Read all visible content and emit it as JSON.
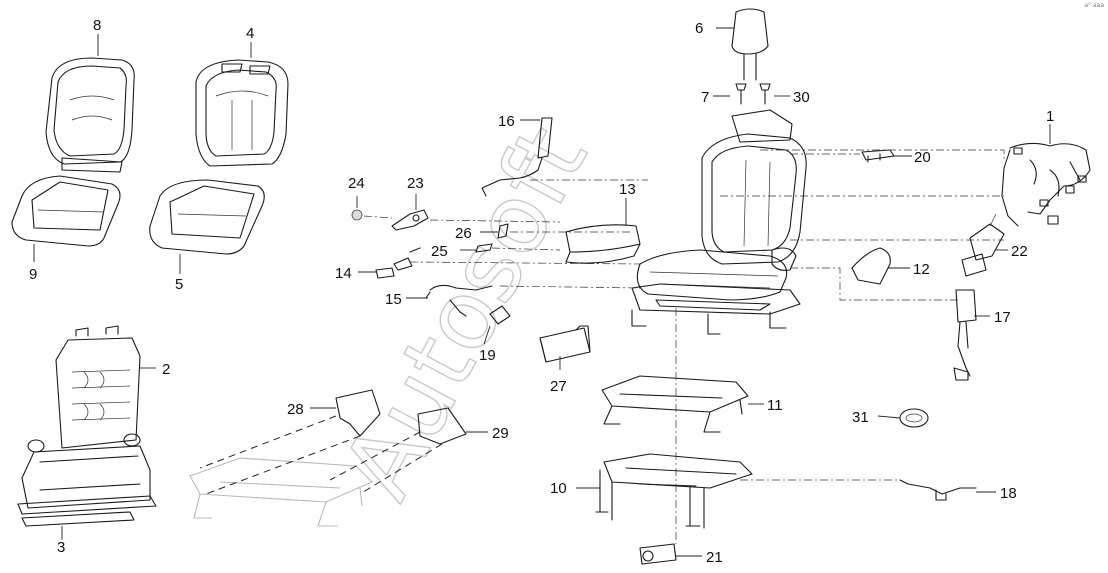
{
  "callouts": [
    {
      "id": "callout-1",
      "label": "1"
    },
    {
      "id": "callout-2",
      "label": "2"
    },
    {
      "id": "callout-3",
      "label": "3"
    },
    {
      "id": "callout-4",
      "label": "4"
    },
    {
      "id": "callout-5",
      "label": "5"
    },
    {
      "id": "callout-6",
      "label": "6"
    },
    {
      "id": "callout-7",
      "label": "7"
    },
    {
      "id": "callout-8",
      "label": "8"
    },
    {
      "id": "callout-9",
      "label": "9"
    },
    {
      "id": "callout-10",
      "label": "10"
    },
    {
      "id": "callout-11",
      "label": "11"
    },
    {
      "id": "callout-12",
      "label": "12"
    },
    {
      "id": "callout-13",
      "label": "13"
    },
    {
      "id": "callout-14",
      "label": "14"
    },
    {
      "id": "callout-15",
      "label": "15"
    },
    {
      "id": "callout-16",
      "label": "16"
    },
    {
      "id": "callout-17",
      "label": "17"
    },
    {
      "id": "callout-18",
      "label": "18"
    },
    {
      "id": "callout-19",
      "label": "19"
    },
    {
      "id": "callout-20",
      "label": "20"
    },
    {
      "id": "callout-21",
      "label": "21"
    },
    {
      "id": "callout-22",
      "label": "22"
    },
    {
      "id": "callout-23",
      "label": "23"
    },
    {
      "id": "callout-24",
      "label": "24"
    },
    {
      "id": "callout-25",
      "label": "25"
    },
    {
      "id": "callout-26",
      "label": "26"
    },
    {
      "id": "callout-27",
      "label": "27"
    },
    {
      "id": "callout-28",
      "label": "28"
    },
    {
      "id": "callout-29",
      "label": "29"
    },
    {
      "id": "callout-30",
      "label": "30"
    },
    {
      "id": "callout-31",
      "label": "31"
    }
  ],
  "watermark": "Autosoft",
  "corner_mark": "a° aaa"
}
